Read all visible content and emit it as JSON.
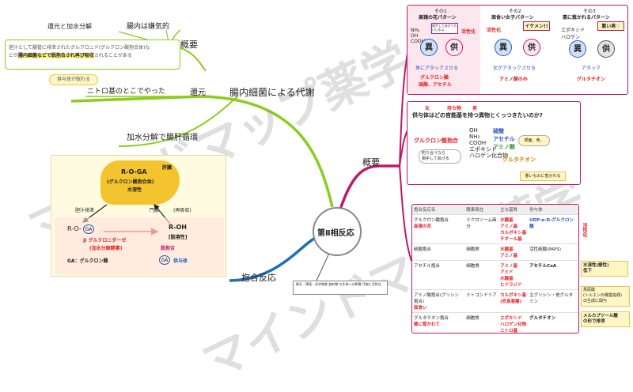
{
  "center": {
    "title": "第Ⅱ相反応",
    "note": "衛生・環境・化学物質 放射線 の生体への影響 代謝と活性化"
  },
  "branches": {
    "metabolism": "腸内細菌による代謝",
    "summary": "概要",
    "conjugation": "抱合反応",
    "overview": "概要"
  },
  "left_tree": {
    "reduce_and_hydrolysis": "還元と加水分解",
    "anaerobic": "腸内は嫌気的",
    "summary_label": "概要",
    "summary_text_1": "胆汁として腸管に排泄されたグルクロニド(グルクロン酸抱合体)な",
    "summary_text_2a": "どが",
    "summary_text_2b": "腸内細菌などで脱抱合され再び吸収",
    "summary_text_2c": "されることがある",
    "supply_tag": "供与体が取れる",
    "reduction_label": "還元",
    "nitro_text": "ニトロ基のとこでやった",
    "hydrolysis_label": "加水分解で腸肝循環"
  },
  "cycle": {
    "liver": "肝臓",
    "rogA": "R-O-GA",
    "rogA_sub": "(グルクロン酸抱合体)",
    "water_soluble": "水溶性",
    "bile": "胆汁排泄",
    "portal": "門脈",
    "reabsorb": "(再吸収)",
    "ro_left": "R-O-",
    "ga": "GA",
    "roh": "R-OH",
    "fat_soluble": "[脂溶性]",
    "enzyme": "β グルクロニダーゼ",
    "enzyme_sub": "(加水分解酵素)",
    "deconj": "脱抱合",
    "ga_def": "GA：グルクロン酸",
    "donor": "供与体"
  },
  "patterns": [
    {
      "num": "その1",
      "title": "高嶺の花パターン",
      "left": "NH₂\nOH\nCOOH",
      "bubble": "相手してあげてもいいわよ",
      "active": "活性化",
      "bottom_a": "グルクロン酸",
      "bottom_b": "硫酸、アセチル",
      "attack": "男にアタックさせる"
    },
    {
      "num": "その2",
      "title": "面食い女子パターン",
      "left": "活性化",
      "bubble": "イケメン!!",
      "bottom_a": "アミノ酸のみ",
      "attack": "女がアタックさせる"
    },
    {
      "num": "その3",
      "title": "悪に惹かれるパターン",
      "left": "エポキシド\nハロゲン",
      "bubble": "悪い男♡",
      "bottom_a": "グルタチオン",
      "attack": "アタック"
    }
  ],
  "pattern_labels": {
    "iso": "異",
    "kyo": "供"
  },
  "middle": {
    "top_female": "女",
    "top_holding": "持ち物",
    "top_male": "男",
    "question": "供与体はどの官能基を持つ異物とくっつきたいのか?",
    "glucuronide": "グルクロン酸抱合",
    "groups": "OH\nNH₂\nCOOH\nエポキシド\nハロゲン化合物",
    "sulfate": "硫酸",
    "acetyl": "アセチル",
    "amino": "アミノ酸",
    "glutathione": "グルタチオン",
    "bubble_left": "釣り合うなら\n相手してあげる",
    "bubble_right": "顔面、命。",
    "bad_tag": "悪いものに惹かれる"
  },
  "table": {
    "headers": [
      "抱合反応名",
      "酵素局在",
      "主な基質",
      "供与体"
    ],
    "rows": [
      {
        "name": "グルクロン酸抱合",
        "name_red": "高嶺の花",
        "loc": "ミクロソーム画分",
        "sub": "水酸基\nアミノ基\nカルボキシ基\nチオール基",
        "donor": "UDP-α-D-グルクロン酸"
      },
      {
        "name": "硫酸抱合",
        "name_red": "",
        "loc": "細胞質",
        "sub": "水酸基\nアミノ基",
        "donor": "活性硫酸(PAPS)"
      },
      {
        "name": "アセチル抱合",
        "name_red": "",
        "loc": "細胞質",
        "sub": "アミノ基\nアミド\n水酸基\nヒドラジド",
        "donor": "アセチルCoA"
      },
      {
        "name": "アミノ酸抱合(グリシン抱合)",
        "name_red": "面食い",
        "loc": "ミトコンドリア",
        "sub": "カルボキシ基\n(安息香酸)",
        "donor": "主グリシン・他グルタミン"
      },
      {
        "name": "グルタチオン抱合",
        "name_red": "悪に惹かれて",
        "loc": "細胞質",
        "sub": "エポキシド\nハロゲン化物\nニトロ基",
        "donor": "グルタチオン"
      }
    ],
    "active_side": "活性化",
    "note1": "水溶性(極性)\n低下",
    "note2": "馬尿酸\n(トルエンの曝露指標)\nの生成に関与",
    "note3": "メルカプツール酸\nの形で排泄"
  },
  "watermark": {
    "text": "マインドマップ薬学"
  },
  "colors": {
    "green": "#8ccc1e",
    "magenta": "#c0186a",
    "blue": "#1f6fb4",
    "cycle_bg": "#fffbe0",
    "gold": "#f3c42e"
  }
}
